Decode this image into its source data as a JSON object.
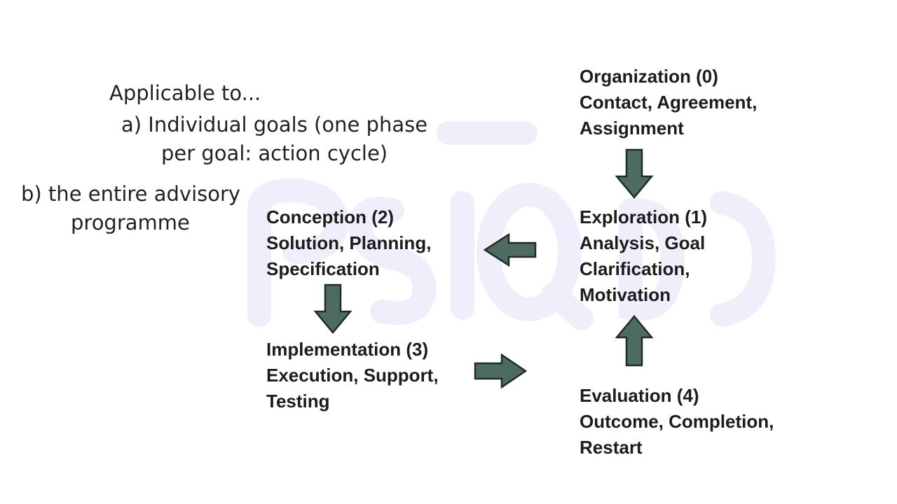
{
  "applicable": {
    "heading": "Applicable to...",
    "item_a_line1": "a) Individual goals (one phase",
    "item_a_line2": "per goal: action cycle)",
    "item_b_line1": "b) the entire advisory",
    "item_b_line2": "programme"
  },
  "phases": {
    "organization": {
      "title": "Organization (0)",
      "lines": [
        "Contact, Agreement,",
        "Assignment"
      ]
    },
    "exploration": {
      "title": "Exploration (1)",
      "lines": [
        "Analysis, Goal",
        "Clarification,",
        "Motivation"
      ]
    },
    "conception": {
      "title": "Conception (2)",
      "lines": [
        "Solution, Planning,",
        "Specification"
      ]
    },
    "implementation": {
      "title": "Implementation (3)",
      "lines": [
        "Execution, Support,",
        "Testing"
      ]
    },
    "evaluation": {
      "title": "Evaluation (4)",
      "lines": [
        "Outcome, Completion,",
        "Restart"
      ]
    }
  },
  "colors": {
    "arrow_fill": "#4e6b60",
    "arrow_stroke": "#1e2b26",
    "watermark": "#ece8fa"
  }
}
